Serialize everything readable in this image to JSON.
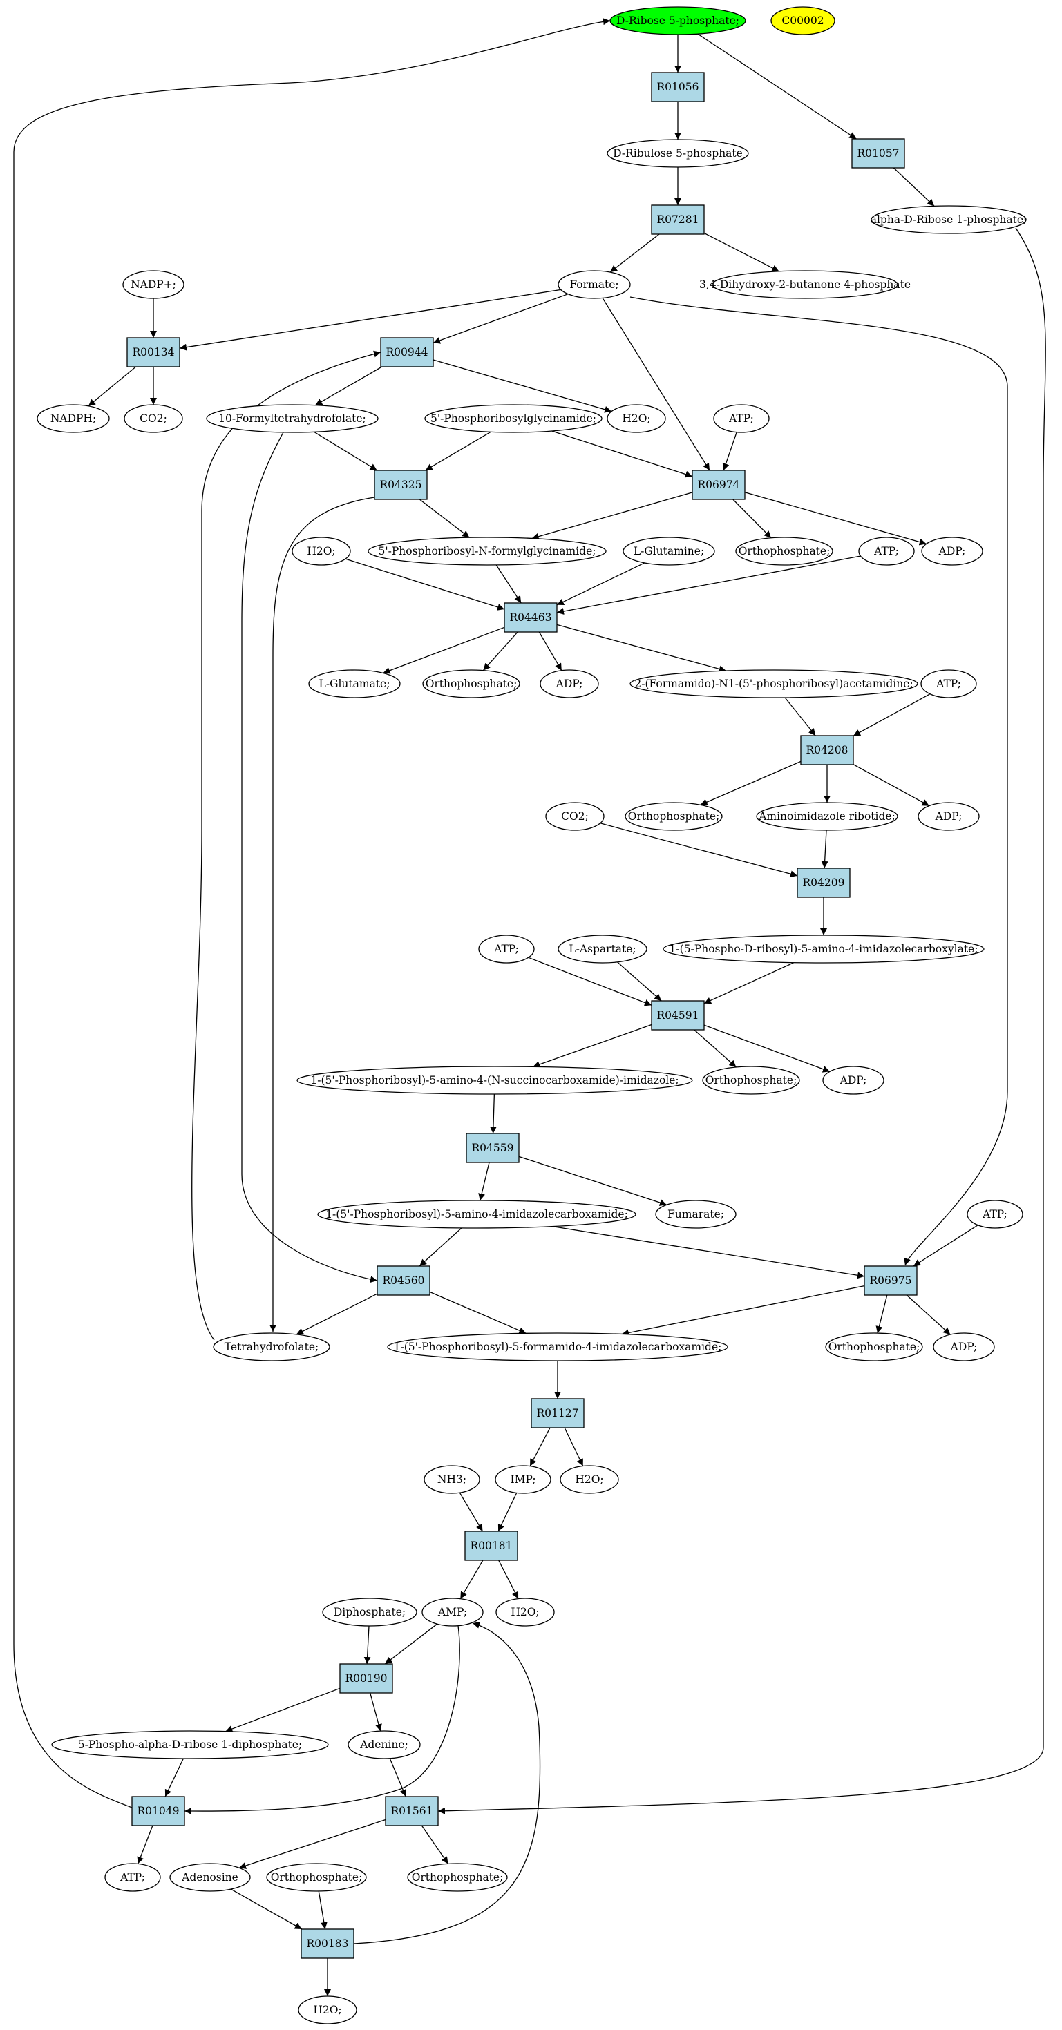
{
  "colors": {
    "reaction_fill": "#add8e6",
    "compound_fill": "#ffffff",
    "root_fill": "#00ff00",
    "extra_fill": "#ffff00",
    "stroke": "#000000"
  },
  "compounds": {
    "dr5p": "D-Ribose 5-phosphate;",
    "c00002": "C00002",
    "dru5p": "D-Ribulose 5-phosphate",
    "adr1p": "alpha-D-Ribose 1-phosphate;",
    "dhbp": "3,4-Dihydroxy-2-butanone 4-phosphate",
    "nadp": "NADP+;",
    "formate": "Formate;",
    "nadph": "NADPH;",
    "co2_a": "CO2;",
    "fthf": "10-Formyltetrahydrofolate;",
    "prg": "5'-Phosphoribosylglycinamide;",
    "h2o_a": "H2O;",
    "atp_a": "ATP;",
    "prfg": "5'-Phosphoribosyl-N-formylglycinamide;",
    "opi_a": "Orthophosphate;",
    "adp_a": "ADP;",
    "h2o_b": "H2O;",
    "gln": "L-Glutamine;",
    "atp_b": "ATP;",
    "glu": "L-Glutamate;",
    "opi_b": "Orthophosphate;",
    "adp_b": "ADP;",
    "fpam": "2-(Formamido)-N1-(5'-phosphoribosyl)acetamidine;",
    "atp_c": "ATP;",
    "opi_c": "Orthophosphate;",
    "air": "Aminoimidazole ribotide;",
    "adp_c": "ADP;",
    "co2_b": "CO2;",
    "cair": "1-(5-Phospho-D-ribosyl)-5-amino-4-imidazolecarboxylate;",
    "atp_d": "ATP;",
    "asp": "L-Aspartate;",
    "saicar": "1-(5'-Phosphoribosyl)-5-amino-4-(N-succinocarboxamide)-imidazole;",
    "opi_d": "Orthophosphate;",
    "adp_d": "ADP;",
    "aicar": "1-(5'-Phosphoribosyl)-5-amino-4-imidazolecarboxamide;",
    "fum": "Fumarate;",
    "atp_e": "ATP;",
    "thf": "Tetrahydrofolate;",
    "faicar": "1-(5'-Phosphoribosyl)-5-formamido-4-imidazolecarboxamide;",
    "opi_e": "Orthophosphate;",
    "adp_e": "ADP;",
    "nh3": "NH3;",
    "imp": "IMP;",
    "h2o_c": "H2O;",
    "diph": "Diphosphate;",
    "amp": "AMP;",
    "h2o_d": "H2O;",
    "prpp": "5-Phospho-alpha-D-ribose 1-diphosphate;",
    "ade": "Adenine;",
    "atp_f": "ATP;",
    "ado": "Adenosine",
    "opi_f": "Orthophosphate;",
    "opi_g": "Orthophosphate;",
    "h2o_e": "H2O;"
  },
  "reactions": {
    "r01056": "R01056",
    "r01057": "R01057",
    "r07281": "R07281",
    "r00134": "R00134",
    "r00944": "R00944",
    "r04325": "R04325",
    "r06974": "R06974",
    "r04463": "R04463",
    "r04208": "R04208",
    "r04209": "R04209",
    "r04591": "R04591",
    "r04559": "R04559",
    "r04560": "R04560",
    "r06975": "R06975",
    "r01127": "R01127",
    "r00181": "R00181",
    "r00190": "R00190",
    "r01049": "R01049",
    "r01561": "R01561",
    "r00183": "R00183"
  }
}
